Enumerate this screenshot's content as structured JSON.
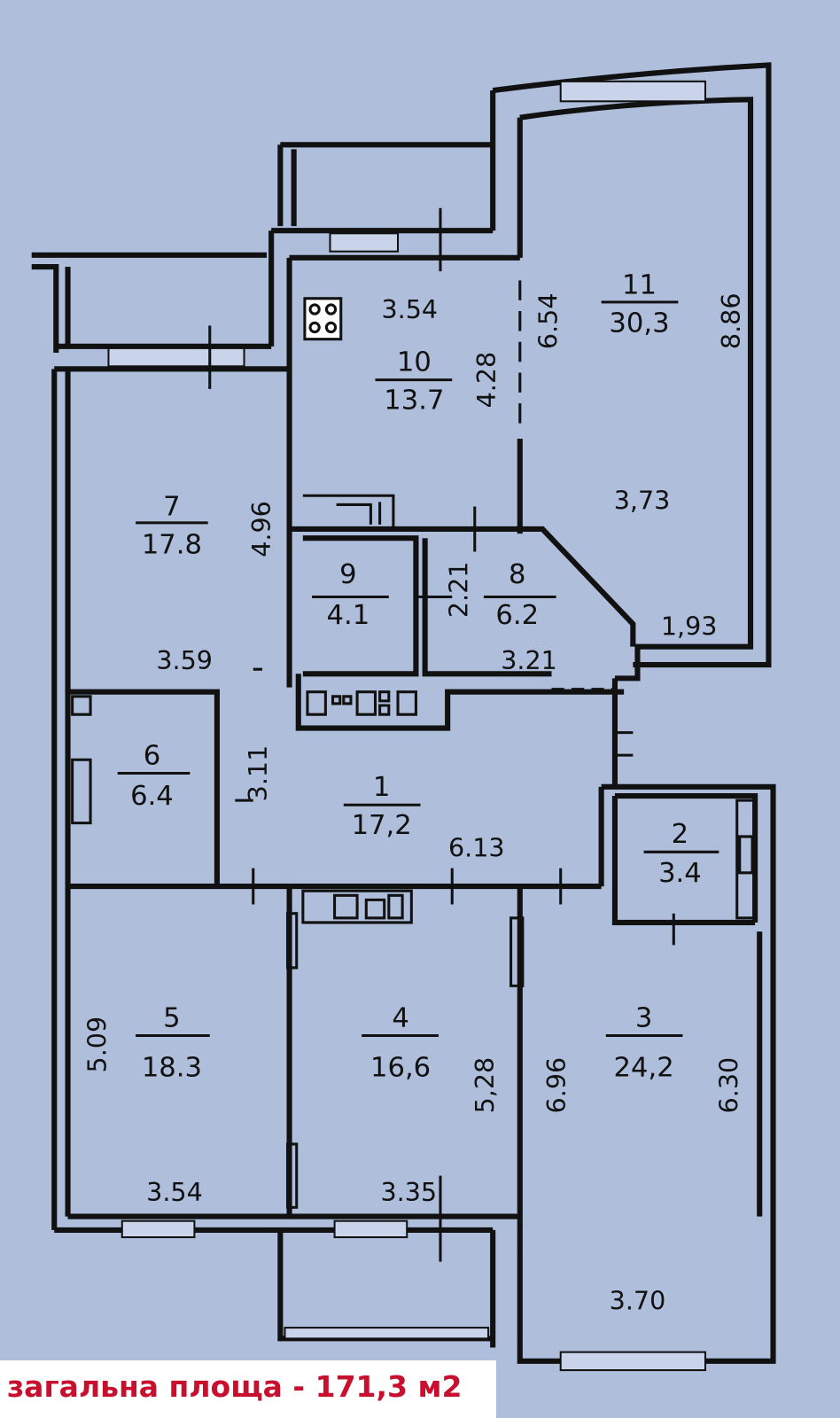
{
  "rooms": [
    {
      "number": "11",
      "area": "30,3"
    },
    {
      "number": "10",
      "area": "13.7"
    },
    {
      "number": "7",
      "area": "17.8"
    },
    {
      "number": "9",
      "area": "4.1"
    },
    {
      "number": "8",
      "area": "6.2"
    },
    {
      "number": "6",
      "area": "6.4"
    },
    {
      "number": "1",
      "area": "17,2"
    },
    {
      "number": "2",
      "area": "3.4"
    },
    {
      "number": "5",
      "area": "18.3"
    },
    {
      "number": "4",
      "area": "16,6"
    },
    {
      "number": "3",
      "area": "24,2"
    }
  ],
  "dimensions": [
    "3.54",
    "6.54",
    "8.86",
    "4.28",
    "3,73",
    "4.96",
    "2.21",
    "3.21",
    "1,93",
    "3.59",
    "3.11",
    "6.13",
    "5.09",
    "5,28",
    "6.96",
    "6.30",
    "3.54",
    "3.35",
    "3.70"
  ],
  "total_area_label": "загальна площа - 171,3 м2",
  "colors": {
    "background": "#afbedb",
    "walls": "#111111",
    "total_text": "#c8102e"
  }
}
